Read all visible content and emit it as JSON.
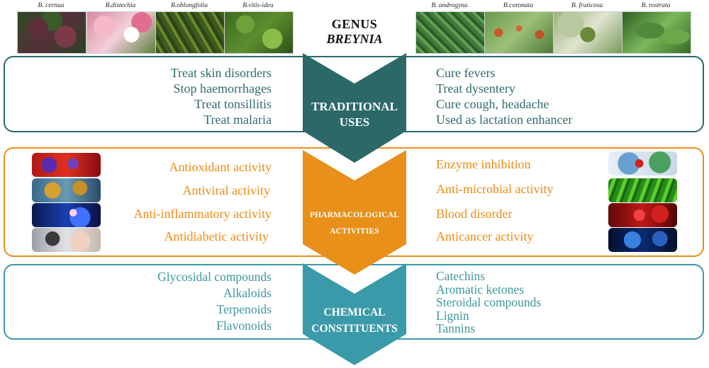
{
  "header": {
    "title_line1": "GENUS",
    "title_line2": "BREYNIA",
    "species_left": [
      "B. cernua",
      "B.distechia",
      "B.oblongfolia",
      "B.vitis-idea"
    ],
    "species_right": [
      "B. androgyna",
      "B.coronata",
      "B. fruticosa",
      "B. rostrata"
    ]
  },
  "traditional": {
    "label_line1": "TRADITIONAL",
    "label_line2": "USES",
    "left": [
      "Treat skin disorders",
      "Stop haemorrhages",
      "Treat tonsillitis",
      "Treat malaria"
    ],
    "right": [
      "Cure fevers",
      "Treat dysentery",
      "Cure cough, headache",
      "Used as lactation enhancer"
    ]
  },
  "pharmacological": {
    "label_line1": "PHARMACOLOGICAL",
    "label_line2": "ACTIVITIES",
    "left": [
      "Antioxidant activity",
      "Antiviral activity",
      "Anti-inflammatory activity",
      "Antidiabetic activity"
    ],
    "right": [
      "Enzyme inhibition",
      "Anti-microbial activity",
      "Blood disorder",
      "Anticancer activity"
    ]
  },
  "chemical": {
    "label_line1": "CHEMICAL",
    "label_line2": "CONSTITUENTS",
    "left": [
      "Glycosidal compounds",
      "Alkaloids",
      "Terpenoids",
      "Flavonoids"
    ],
    "right": [
      "Catechins",
      "Aromatic ketones",
      "Steroidal compounds",
      "Lignin",
      "Tannins"
    ]
  },
  "colors": {
    "traditional": "#2c6868",
    "pharmacological": "#e8901a",
    "chemical": "#3a9aaa"
  }
}
